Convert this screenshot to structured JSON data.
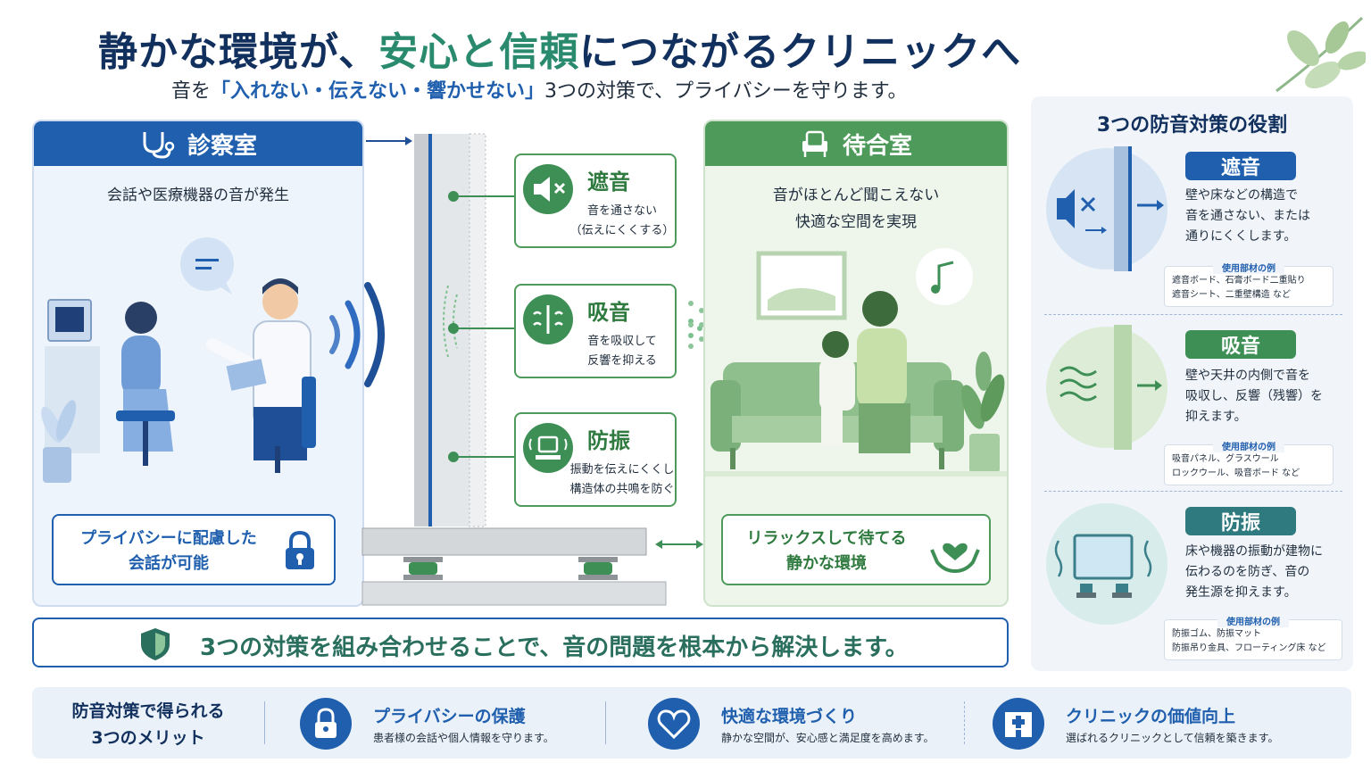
{
  "header": {
    "title_part1": "静かな環境が、",
    "title_highlight": "安心と信頼",
    "title_part2": "につながるクリニックへ",
    "subtitle_part1": "音を",
    "subtitle_quote": "「入れない・伝えない・響かせない」",
    "subtitle_part2": "3つの対策で、プライバシーを守ります。"
  },
  "exam_room": {
    "title": "診察室",
    "description": "会話や医療機器の音が発生",
    "box_line1": "プライバシーに配慮した",
    "box_line2": "会話が可能"
  },
  "waiting_room": {
    "title": "待合室",
    "description_line1": "音がほとんど聞こえない",
    "description_line2": "快適な空間を実現",
    "box_line1": "リラックスして待てる",
    "box_line2": "静かな環境"
  },
  "measures": [
    {
      "title": "遮音",
      "desc_line1": "音を通さない",
      "desc_line2": "（伝えにくくする）"
    },
    {
      "title": "吸音",
      "desc_line1": "音を吸収して",
      "desc_line2": "反響を抑える"
    },
    {
      "title": "防振",
      "desc_line1": "振動を伝えにくくし",
      "desc_line2": "構造体の共鳴を防ぐ"
    }
  ],
  "roles": {
    "title": "3つの防音対策の役割",
    "items": [
      {
        "title": "遮音",
        "desc_line1": "壁や床などの構造で",
        "desc_line2": "音を通さない、または",
        "desc_line3": "通りにくくします。",
        "example_label": "使用部材の例",
        "example_line1": "遮音ボード、石膏ボード二重貼り",
        "example_line2": "遮音シート、二重壁構造 など"
      },
      {
        "title": "吸音",
        "desc_line1": "壁や天井の内側で音を",
        "desc_line2": "吸収し、反響（残響）を",
        "desc_line3": "抑えます。",
        "example_label": "使用部材の例",
        "example_line1": "吸音パネル、グラスウール",
        "example_line2": "ロックウール、吸音ボード など"
      },
      {
        "title": "防振",
        "desc_line1": "床や機器の振動が建物に",
        "desc_line2": "伝わるのを防ぎ、音の",
        "desc_line3": "発生源を抑えます。",
        "example_label": "使用部材の例",
        "example_line1": "防振ゴム、防振マット",
        "example_line2": "防振吊り金具、フローティング床 など"
      }
    ]
  },
  "banner": {
    "text": "3つの対策を組み合わせることで、音の問題を根本から解決します。"
  },
  "benefits": {
    "head_line1": "防音対策で得られる",
    "head_line2": "3つのメリット",
    "items": [
      {
        "title": "プライバシーの保護",
        "desc": "患者様の会話や個人情報を守ります。"
      },
      {
        "title": "快適な環境づくり",
        "desc": "静かな空間が、安心感と満足度を高めます。"
      },
      {
        "title": "クリニックの価値向上",
        "desc": "選ばれるクリニックとして信頼を築きます。"
      }
    ]
  },
  "colors": {
    "navy": "#12305e",
    "blue": "#1f5fae",
    "green": "#4d9a5a",
    "teal": "#2a8a6e"
  }
}
